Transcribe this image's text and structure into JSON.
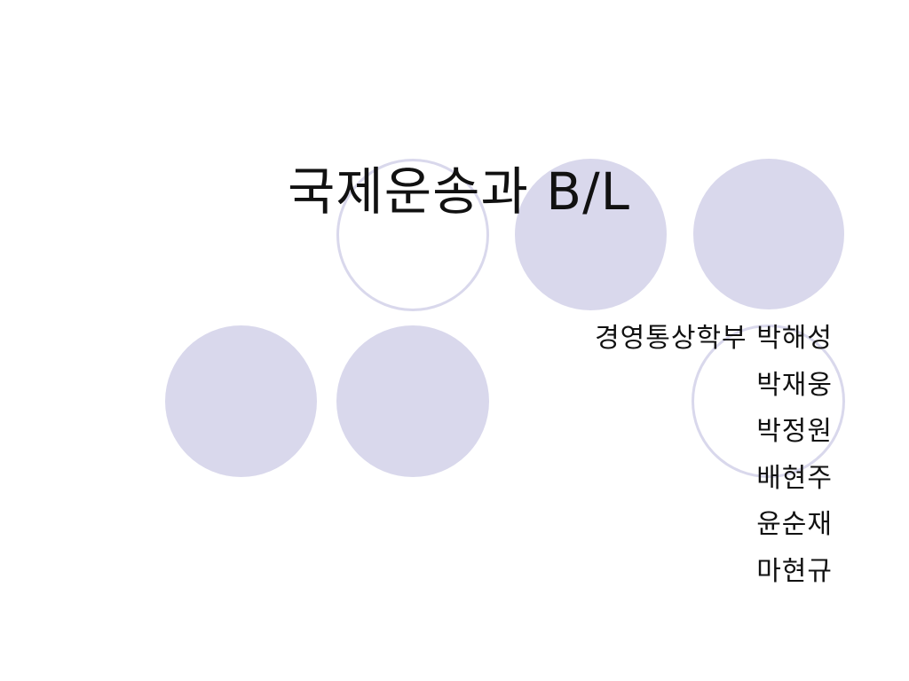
{
  "slide": {
    "title": "국제운송과 B/L",
    "subtitle_lines": [
      "경영통상학부  박해성",
      "박재웅",
      "박정원",
      "배현주",
      "윤순재",
      "마현규"
    ]
  },
  "colors": {
    "circle_fill": "#d9d8ec",
    "circle_outline": "#d9d8ec",
    "text": "#111111",
    "background": "#ffffff"
  }
}
